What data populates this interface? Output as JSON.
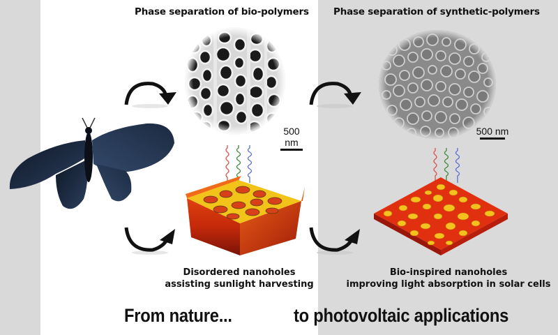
{
  "figure": {
    "left_panel": {
      "heading": "Phase separation of bio-polymers",
      "scale_bar": "500 nm",
      "caption_line1": "Disordered nanoholes",
      "caption_line2": "assisting sunlight harvesting"
    },
    "right_panel": {
      "heading": "Phase separation of synthetic-polymers",
      "scale_bar": "500 nm",
      "caption_line1": "Bio-inspired nanoholes",
      "caption_line2": "improving light absorption in solar cells"
    },
    "footer": {
      "left": "From nature...",
      "right": "to  photovoltaic applications"
    },
    "colors": {
      "left_bg": "#d9d9d9",
      "middle_bg": "#ffffff",
      "right_bg": "#dadada",
      "butterfly": "#1c2a3f",
      "heat_red": "#d42a0c",
      "heat_yellow": "#f7d21e",
      "wave_red": "#d9534f",
      "wave_green": "#3a8a3a",
      "wave_blue": "#5a6fd0"
    },
    "icons": [
      "butterfly-image",
      "curved-arrow-icon",
      "sem-micrograph-bio",
      "sem-micrograph-synthetic",
      "light-wave-icon",
      "nanohole-heatmap-3d",
      "nanohole-slab-3d"
    ]
  }
}
